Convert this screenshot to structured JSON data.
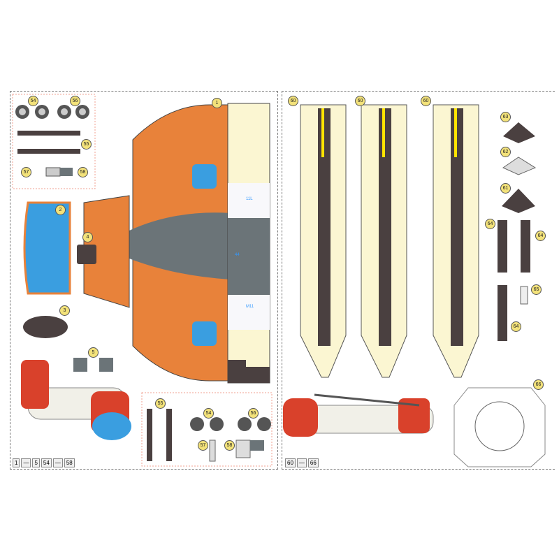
{
  "left_sheet": {
    "part_numbers": [
      "1",
      "2",
      "3",
      "4",
      "5",
      "54",
      "55",
      "56",
      "57",
      "58"
    ],
    "lower_group": [
      "54",
      "55",
      "56",
      "57",
      "58"
    ],
    "fuselage_labels": [
      "11L",
      "44",
      "M11"
    ],
    "legend": {
      "from1": "1",
      "to1": "5",
      "from2": "54",
      "to2": "58"
    }
  },
  "right_sheet": {
    "rotor_blades": [
      "60",
      "60",
      "60"
    ],
    "hub_parts": [
      "63",
      "62",
      "61"
    ],
    "shafts": [
      "64",
      "64",
      "64"
    ],
    "other": [
      "65",
      "66"
    ],
    "legend": {
      "from": "60",
      "to": "66"
    }
  },
  "colors": {
    "orange": "#e8823a",
    "grey": "#6b7478",
    "cream": "#fbf6d2",
    "dark": "#4a4040",
    "blue": "#3a9ee0",
    "red": "#d9412b"
  }
}
